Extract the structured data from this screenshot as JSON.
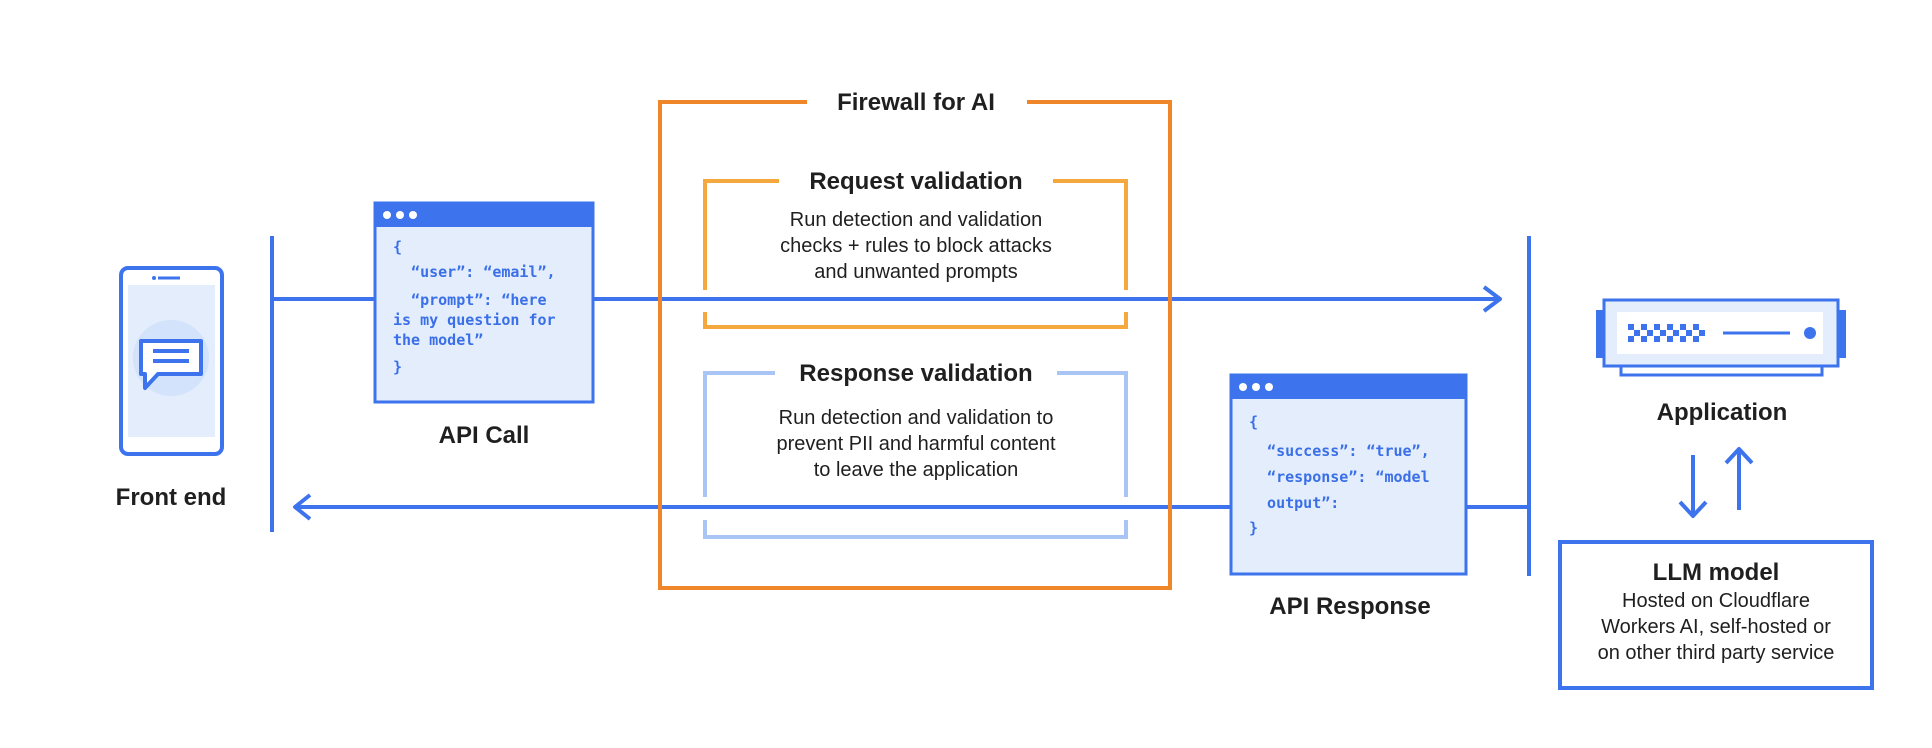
{
  "colors": {
    "blue": "#3d74ee",
    "light_blue_fill": "#e3edfb",
    "light_blue_stroke": "#a9c5f5",
    "orange": "#f0862a",
    "amber": "#f5a83e",
    "text": "#1f1f1f",
    "code": "#3a6fe8"
  },
  "front_end": {
    "label": "Front end",
    "icon": "mobile-phone-chat-icon"
  },
  "api_call": {
    "label": "API Call",
    "code_lines": [
      "{",
      "  “user”: “email”,",
      "  “prompt”: “here",
      "is my question for",
      "the model”",
      "}"
    ]
  },
  "firewall": {
    "title": "Firewall for AI",
    "request": {
      "title": "Request validation",
      "lines": [
        "Run detection and validation",
        "checks + rules to block attacks",
        "and unwanted prompts"
      ]
    },
    "response": {
      "title": "Response validation",
      "lines": [
        "Run detection and validation to",
        "prevent PII and harmful content",
        "to leave the application"
      ]
    }
  },
  "api_response": {
    "label": "API Response",
    "code_lines": [
      "{",
      "  “success”: “true”,",
      "  “response”: “model",
      "  output”:",
      "}"
    ]
  },
  "application": {
    "label": "Application",
    "icon": "server-icon"
  },
  "llm": {
    "title": "LLM model",
    "lines": [
      "Hosted on Cloudflare",
      "Workers AI, self-hosted or",
      "on other third party service"
    ]
  }
}
